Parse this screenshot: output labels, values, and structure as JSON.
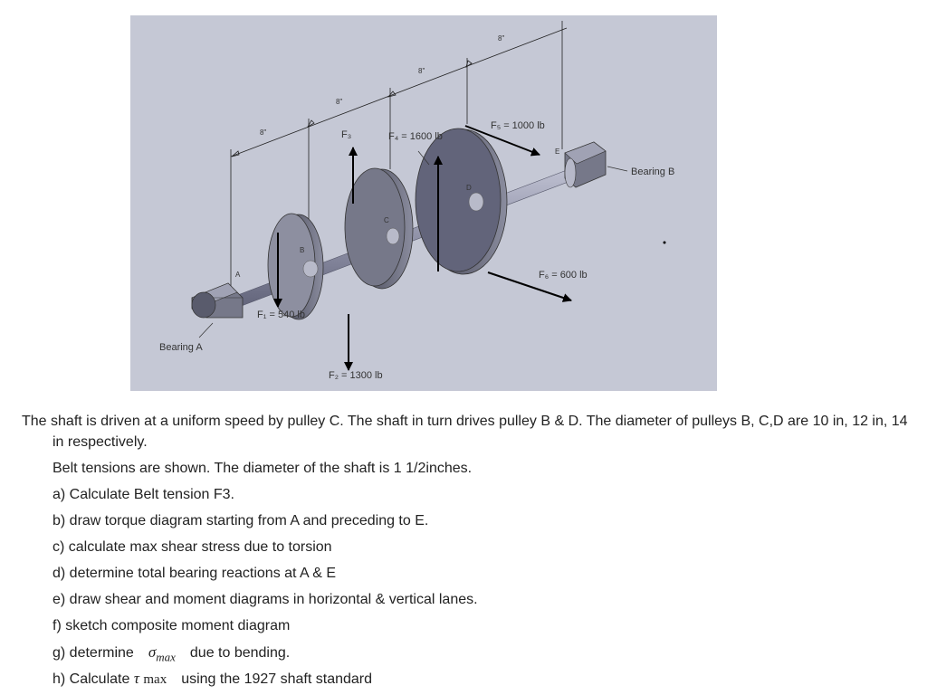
{
  "figure": {
    "spacings": [
      "8\"",
      "8\"",
      "8\"",
      "8\""
    ],
    "labels": {
      "F1": "F₁ = 540 lb",
      "F2": "F₂ = 1300 lb",
      "F3": "F₃",
      "F4": "F₄ = 1600 lb",
      "F5": "F₅ = 1000 lb",
      "F6": "F₆ = 600 lb",
      "bearingA": "Bearing A",
      "bearingB": "Bearing B",
      "pointA": "A",
      "pointB": "B",
      "pointC": "C",
      "pointD": "D",
      "pointE": "E"
    }
  },
  "problem": {
    "intro": "The shaft is driven at a uniform speed by pulley C. The shaft in turn drives pulley B & D. The diameter of pulleys B, C,D are 10 in, 12 in, 14 in respectively.",
    "given": "Belt tensions are shown. The diameter of the shaft is 1 1/2inches.",
    "a": "a) Calculate Belt tension F3.",
    "b": "b) draw torque diagram starting from A and preceding to E.",
    "c": "c) calculate max shear stress due to torsion",
    "d": "d) determine total bearing reactions at A & E",
    "e": "e) draw shear and moment diagrams in horizontal & vertical lanes.",
    "f": "f) sketch composite moment diagram",
    "g_before": "g) determine",
    "g_symbol": "σ",
    "g_subscript": "max",
    "g_after": "due to bending.",
    "h_before": "h) Calculate",
    "h_symbol": "τ",
    "h_subscript": "max",
    "h_after": "using the 1927 shaft standard"
  }
}
